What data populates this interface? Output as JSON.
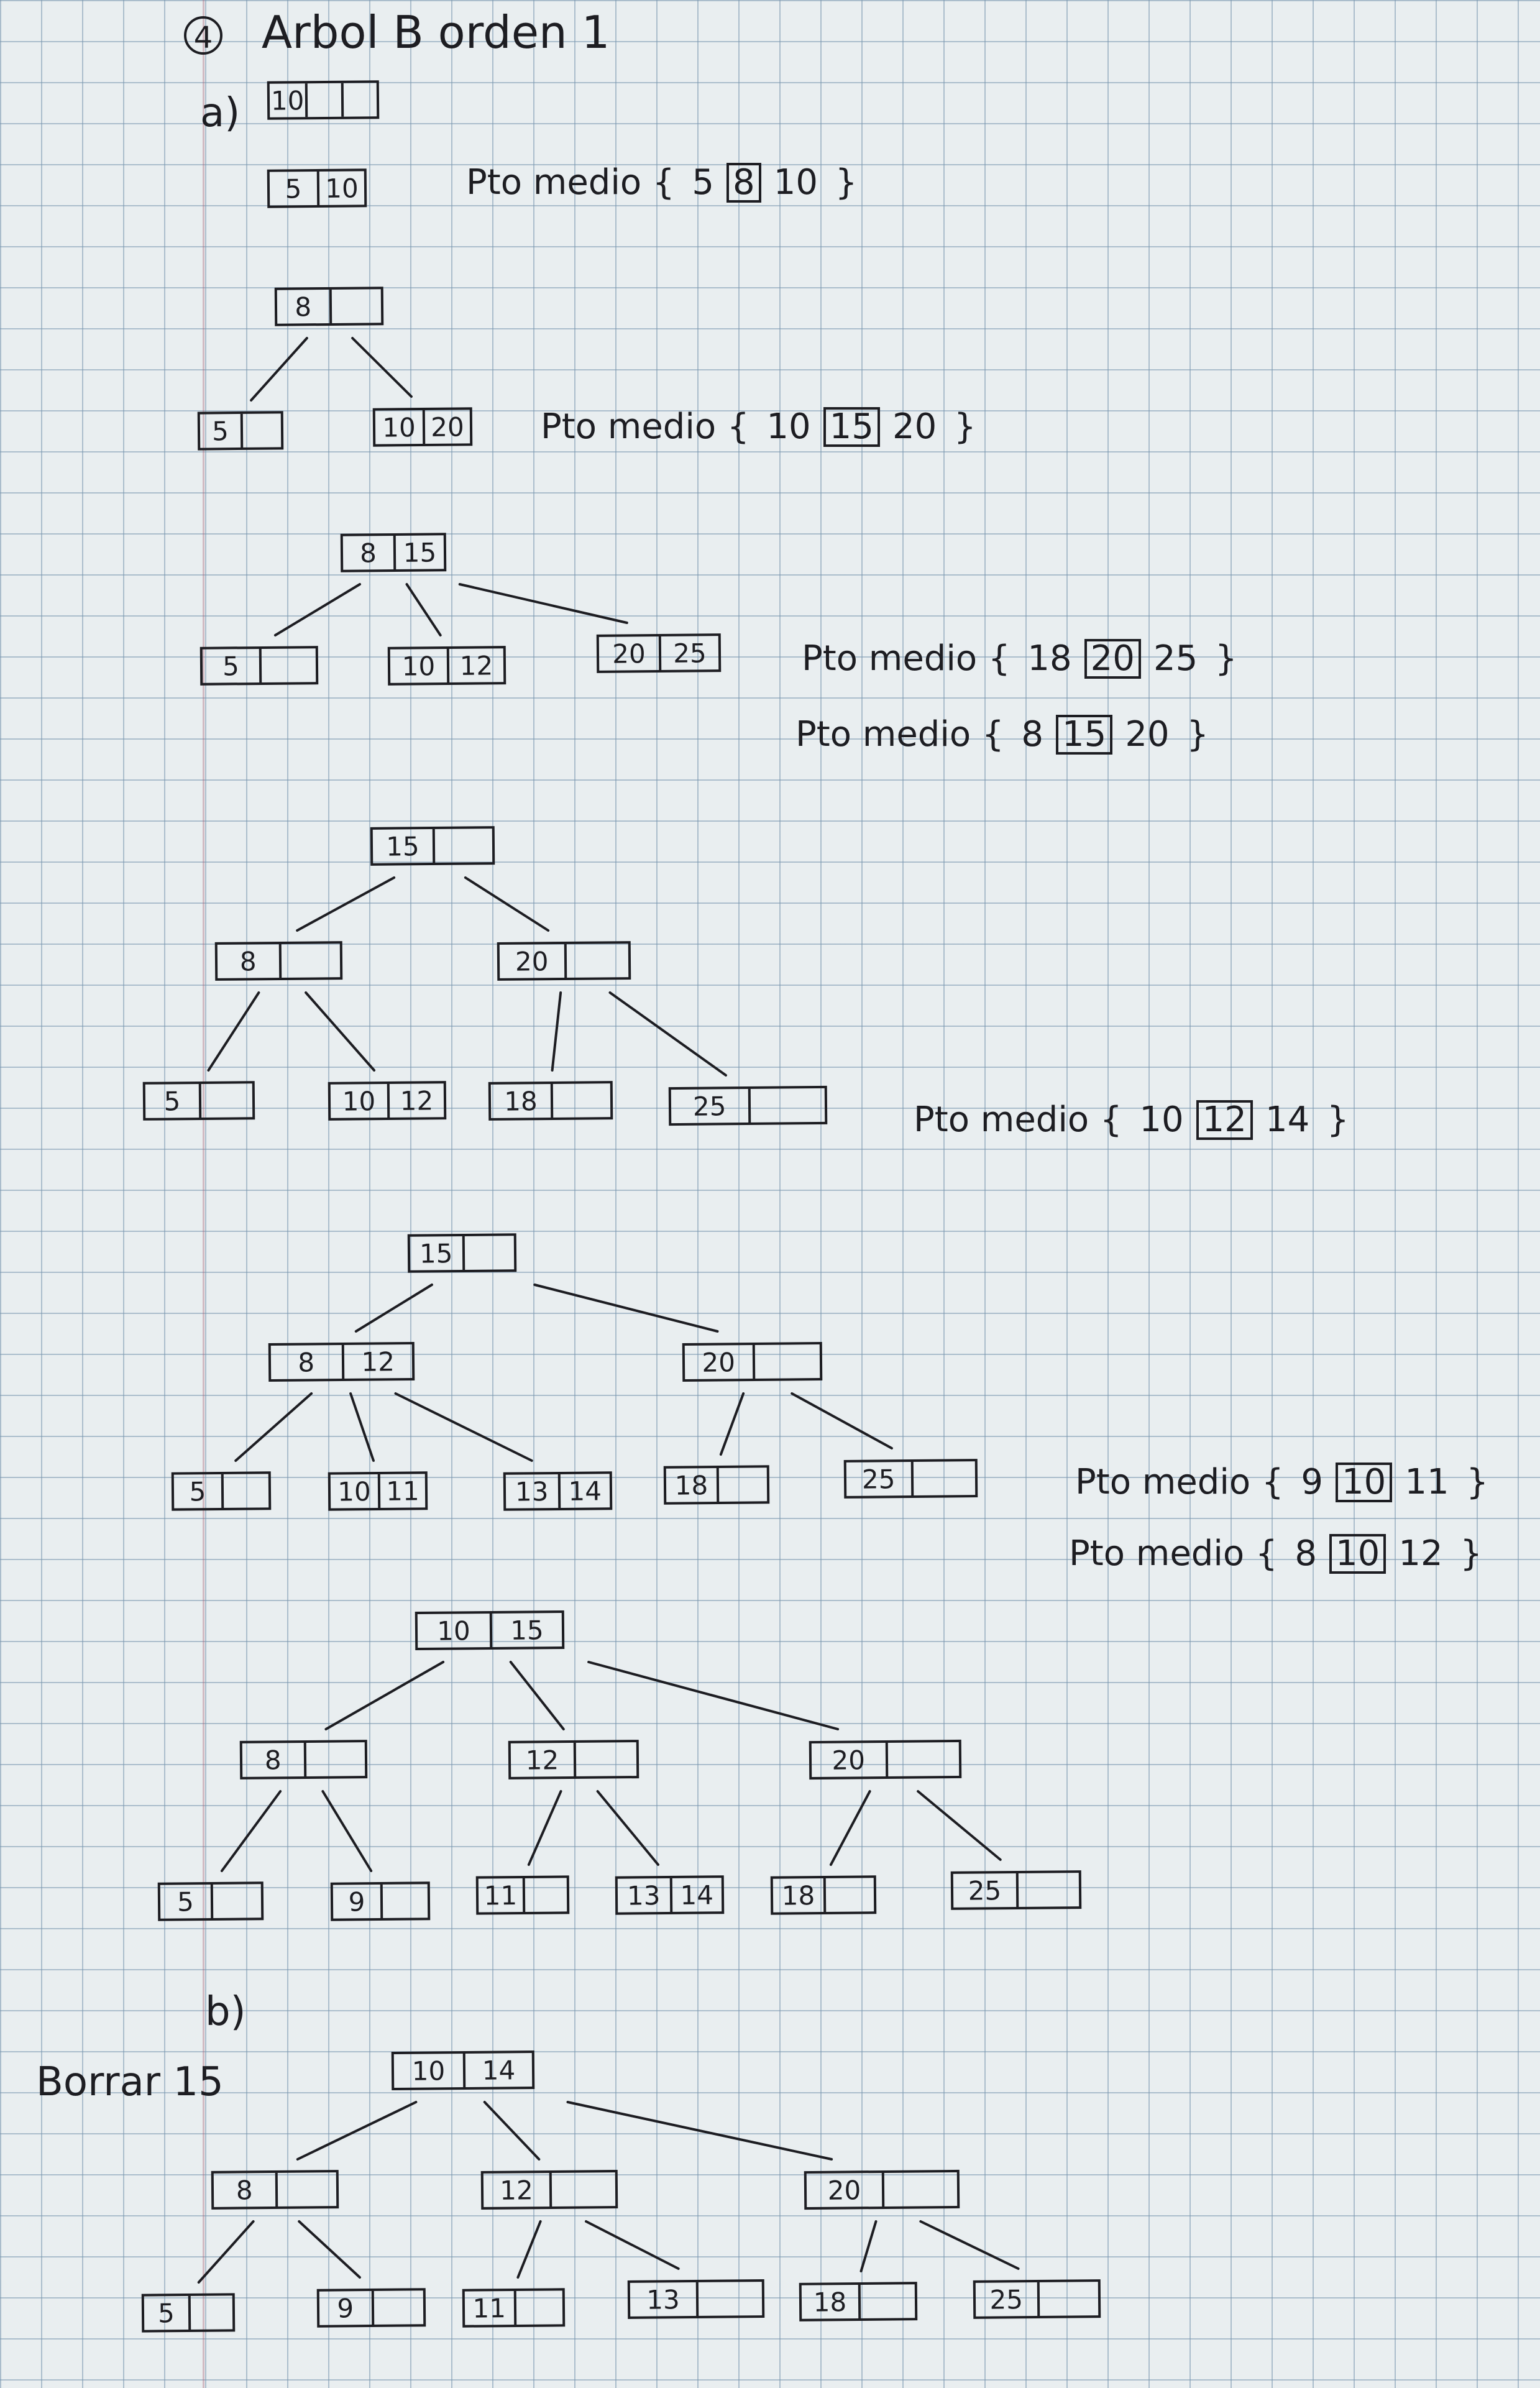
{
  "heading": {
    "number": "4",
    "title": "Arbol B orden 1"
  },
  "part_a_label": "a)",
  "part_b_label": "b)",
  "delete_label": "Borrar 15",
  "medio_prefix": "Pto medio",
  "steps": [
    {
      "id": "s1",
      "nodes": [
        {
          "keys": [
            "10",
            "",
            ""
          ]
        }
      ]
    },
    {
      "id": "s2",
      "nodes": [
        {
          "keys": [
            "5",
            "10"
          ]
        }
      ],
      "medio": [
        {
          "values": [
            "5",
            "8",
            "10"
          ],
          "boxed": 1
        }
      ]
    },
    {
      "id": "s3",
      "nodes": [
        {
          "keys": [
            "8",
            ""
          ]
        },
        {
          "keys": [
            "5",
            ""
          ]
        },
        {
          "keys": [
            "10",
            "20"
          ]
        }
      ],
      "medio": [
        {
          "values": [
            "10",
            "15",
            "20"
          ],
          "boxed": 1
        }
      ]
    },
    {
      "id": "s4",
      "nodes": [
        {
          "keys": [
            "8",
            "15"
          ]
        },
        {
          "keys": [
            "5",
            ""
          ]
        },
        {
          "keys": [
            "10",
            "12"
          ]
        },
        {
          "keys": [
            "20",
            "25"
          ]
        }
      ],
      "medio": [
        {
          "values": [
            "18",
            "20",
            "25"
          ],
          "boxed": 1
        },
        {
          "values": [
            "8",
            "15",
            "20"
          ],
          "boxed": 1
        }
      ]
    },
    {
      "id": "s5",
      "nodes": [
        {
          "keys": [
            "15",
            ""
          ]
        },
        {
          "keys": [
            "8",
            ""
          ]
        },
        {
          "keys": [
            "20",
            ""
          ]
        },
        {
          "keys": [
            "5",
            ""
          ]
        },
        {
          "keys": [
            "10",
            "12"
          ]
        },
        {
          "keys": [
            "18",
            ""
          ]
        },
        {
          "keys": [
            "25",
            ""
          ]
        }
      ],
      "medio": [
        {
          "values": [
            "10",
            "12",
            "14"
          ],
          "boxed": 1
        }
      ]
    },
    {
      "id": "s6",
      "nodes": [
        {
          "keys": [
            "15",
            ""
          ]
        },
        {
          "keys": [
            "8",
            "12"
          ]
        },
        {
          "keys": [
            "20",
            ""
          ]
        },
        {
          "keys": [
            "5",
            ""
          ]
        },
        {
          "keys": [
            "10",
            "11"
          ]
        },
        {
          "keys": [
            "13",
            "14"
          ]
        },
        {
          "keys": [
            "18",
            ""
          ]
        },
        {
          "keys": [
            "25",
            ""
          ]
        }
      ],
      "medio": [
        {
          "values": [
            "9",
            "10",
            "11"
          ],
          "boxed": 1
        },
        {
          "values": [
            "8",
            "10",
            "12"
          ],
          "boxed": 1
        }
      ]
    },
    {
      "id": "s7",
      "nodes": [
        {
          "keys": [
            "10",
            "15"
          ]
        },
        {
          "keys": [
            "8",
            ""
          ]
        },
        {
          "keys": [
            "12",
            ""
          ]
        },
        {
          "keys": [
            "20",
            ""
          ]
        },
        {
          "keys": [
            "5",
            ""
          ]
        },
        {
          "keys": [
            "9",
            ""
          ]
        },
        {
          "keys": [
            "11",
            ""
          ]
        },
        {
          "keys": [
            "13",
            "14"
          ]
        },
        {
          "keys": [
            "18",
            ""
          ]
        },
        {
          "keys": [
            "25",
            ""
          ]
        }
      ]
    },
    {
      "id": "s8",
      "nodes": [
        {
          "keys": [
            "10",
            "14"
          ]
        },
        {
          "keys": [
            "8",
            ""
          ]
        },
        {
          "keys": [
            "12",
            ""
          ]
        },
        {
          "keys": [
            "20",
            ""
          ]
        },
        {
          "keys": [
            "5",
            ""
          ]
        },
        {
          "keys": [
            "9",
            ""
          ]
        },
        {
          "keys": [
            "11",
            ""
          ]
        },
        {
          "keys": [
            "13",
            ""
          ]
        },
        {
          "keys": [
            "18",
            ""
          ]
        },
        {
          "keys": [
            "25",
            ""
          ]
        }
      ]
    }
  ]
}
